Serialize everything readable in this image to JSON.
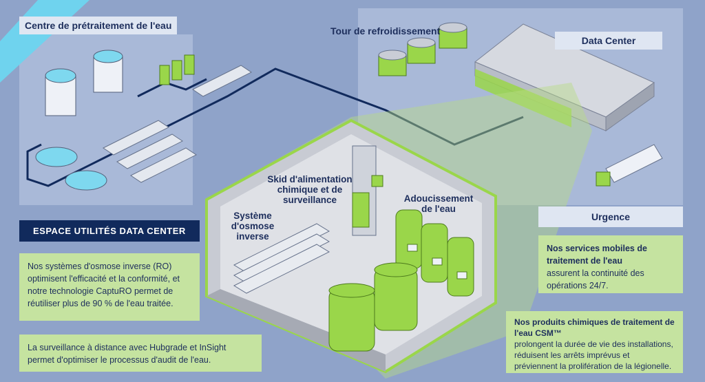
{
  "labels": {
    "pretreatment": "Centre de prétraitement de l'eau",
    "cooling_tower": "Tour de refroidissement",
    "data_center": "Data Center",
    "urgence": "Urgence",
    "espace": "ESPACE UTILITÉS DATA CENTER"
  },
  "room_labels": {
    "skid": "Skid d'alimentation chimique et de surveillance",
    "osmose": "Système d'osmose inverse",
    "adoucissement": "Adoucissement de l'eau"
  },
  "cards": {
    "ro_text": "Nos systèmes d'osmose inverse (RO) optimisent l'efficacité et la conformité, et notre technologie CaptuRO permet de réutiliser plus de 90 % de l'eau traitée.",
    "monitoring_text": "La surveillance à distance avec Hubgrade et InSight permet d'optimiser le processus d'audit de l'eau.",
    "mobile_title": "Nos services mobiles de traitement de l'eau",
    "mobile_text": "assurent la continuité des opérations 24/7.",
    "csm_title": "Nos produits chimiques de traitement de l'eau CSM™",
    "csm_text": "prolongent la durée de vie des installations, réduisent les arrêts imprévus et préviennent la prolifération de la légionelle."
  },
  "colors": {
    "navy": "#112a5c",
    "green": "#9ad64a",
    "panel": "#a9b9d8",
    "card": "#c5e3a0"
  }
}
